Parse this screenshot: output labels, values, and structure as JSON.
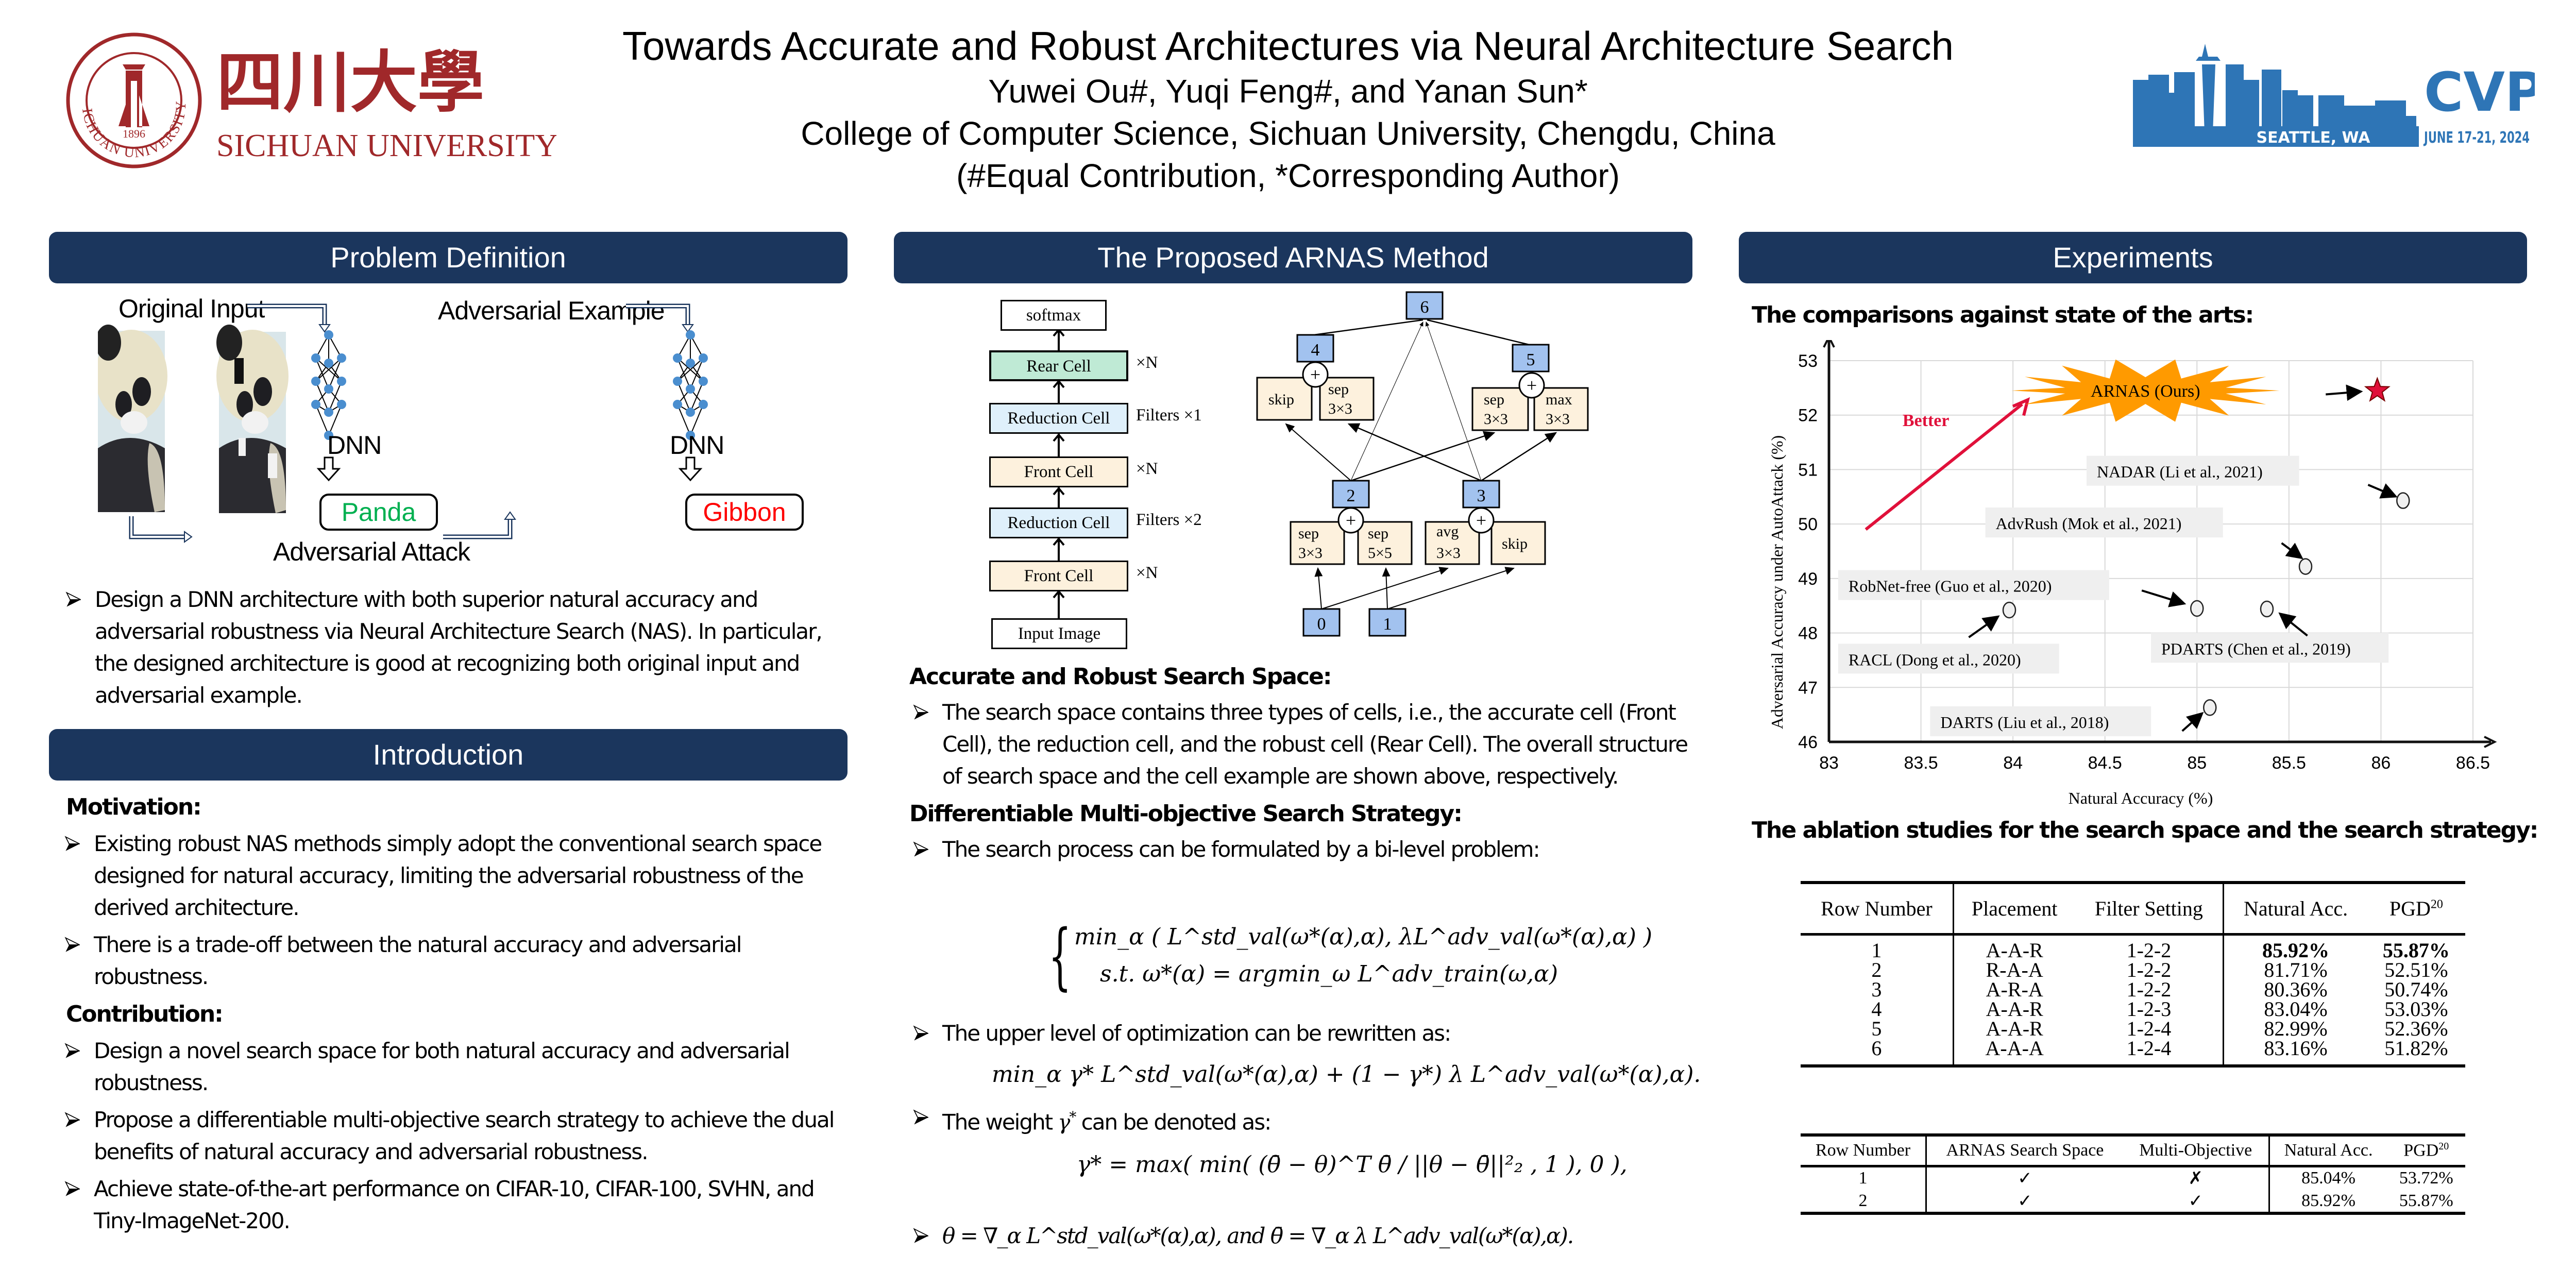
{
  "header": {
    "title": "Towards Accurate and Robust Architectures via Neural Architecture Search",
    "authors": "Yuwei Ou#, Yuqi Feng#, and Yanan Sun*",
    "affiliation": "College of Computer Science, Sichuan University, Chengdu, China",
    "note": "(#Equal Contribution, *Corresponding Author)",
    "left_logo": {
      "chinese_name": "四川大學",
      "english_name": "SICHUAN UNIVERSITY",
      "seal_year": "1896",
      "seal_ring_text": "SICHUAN UNIVERSITY",
      "color": "#a0282a"
    },
    "right_logo": {
      "name": "CVPR",
      "location": "SEATTLE, WA",
      "dates": "JUNE 17-21, 2024",
      "color": "#2e75b6"
    }
  },
  "colors": {
    "banner": "#1b365d",
    "accent_red": "#e0103a",
    "panda_label": "#00b050",
    "gibbon_label": "#ff0000",
    "node_blue": "#a2c2ef",
    "op_beige": "#fdf1dd",
    "rear_green": "#bfead5",
    "reduction_blue": "#dff0fb",
    "burst_orange": "#ff9a00"
  },
  "problem": {
    "banner": "Problem Definition",
    "figure": {
      "original_input": "Original Input",
      "adversarial_example": "Adversarial Example",
      "dnn_label": "DNN",
      "adversarial_attack": "Adversarial Attack",
      "pred_original": "Panda",
      "pred_adversarial": "Gibbon"
    },
    "bullets": [
      "Design a DNN architecture with both superior natural accuracy and adversarial robustness via Neural Architecture Search (NAS). In particular, the designed architecture is good at recognizing both original input and adversarial example."
    ]
  },
  "introduction": {
    "banner": "Introduction",
    "motivation_heading": "Motivation:",
    "motivation": [
      "Existing robust NAS methods simply adopt the conventional search space designed for natural accuracy, limiting the adversarial robustness of the derived architecture.",
      "There is a trade-off between the natural accuracy and adversarial robustness."
    ],
    "contribution_heading": "Contribution:",
    "contribution": [
      "Design a novel search space for both natural accuracy and adversarial robustness.",
      "Propose a differentiable multi-objective search strategy to achieve the dual benefits of natural accuracy and adversarial robustness.",
      "Achieve state-of-the-art performance on CIFAR-10, CIFAR-100, SVHN, and Tiny-ImageNet-200."
    ]
  },
  "method": {
    "banner": "The Proposed ARNAS Method",
    "architecture": {
      "blocks": [
        {
          "label": "softmax",
          "note": ""
        },
        {
          "label": "Rear Cell",
          "note": "×N"
        },
        {
          "label": "Reduction Cell",
          "note": "Filters ×1"
        },
        {
          "label": "Front Cell",
          "note": "×N"
        },
        {
          "label": "Reduction Cell",
          "note": "Filters ×2"
        },
        {
          "label": "Front Cell",
          "note": "×N"
        },
        {
          "label": "Input Image",
          "note": ""
        }
      ]
    },
    "cell": {
      "nodes": [
        "0",
        "1",
        "2",
        "3",
        "4",
        "5",
        "6"
      ],
      "ops": {
        "n2_left": [
          "sep",
          "3×3"
        ],
        "n2_right": [
          "sep",
          "5×5"
        ],
        "n3_left": [
          "avg",
          "3×3"
        ],
        "n3_right": [
          "skip"
        ],
        "n4_left": [
          "skip"
        ],
        "n4_right": [
          "sep",
          "3×3"
        ],
        "n5_left": [
          "sep",
          "3×3"
        ],
        "n5_right": [
          "max",
          "3×3"
        ]
      },
      "plus": "+"
    },
    "search_space_heading": "Accurate and Robust Search Space:",
    "search_space_bullets": [
      "The search space contains three types of cells, i.e., the accurate cell (Front Cell), the reduction cell, and the robust cell (Rear Cell). The overall structure of search space and the cell example are shown above, respectively."
    ],
    "strategy_heading": "Differentiable Multi-objective Search Strategy:",
    "strategy_bullet_1": "The search process can be formulated by a bi-level problem:",
    "strategy_bullet_2": "The upper level of optimization can be rewritten as:",
    "strategy_bullet_3_prefix": "The weight ",
    "strategy_bullet_3_suffix": " can be denoted as:",
    "formula_bilevel_1": "min_α ( L^std_val(ω*(α),α), λL^adv_val(ω*(α),α) )",
    "formula_bilevel_2": "s.t.  ω*(α) = argmin_ω L^adv_train(ω,α)",
    "formula_upper": "min_α γ* L^std_val(ω*(α),α) + (1 − γ*) λ L^adv_val(ω*(α),α).",
    "formula_gamma": "γ* = max( min( (θ̄ − θ)^T θ̄ / ||θ − θ̄||²₂ , 1 ), 0 ),",
    "formula_theta": "θ = ∇_α L^std_val(ω*(α),α), and θ̄ = ∇_α λ L^adv_val(ω*(α),α)."
  },
  "experiments": {
    "banner": "Experiments",
    "comparison_heading": "The comparisons against state of the arts:",
    "ablation_heading": "The ablation studies for the search space and the search strategy:",
    "table1": {
      "headers": [
        "Row Number",
        "Placement",
        "Filter Setting",
        "Natural Acc.",
        "PGD",
        "20"
      ],
      "rows": [
        [
          "1",
          "A-A-R",
          "1-2-2",
          "85.92%",
          "55.87%"
        ],
        [
          "2",
          "R-A-A",
          "1-2-2",
          "81.71%",
          "52.51%"
        ],
        [
          "3",
          "A-R-A",
          "1-2-2",
          "80.36%",
          "50.74%"
        ],
        [
          "4",
          "A-A-R",
          "1-2-3",
          "83.04%",
          "53.03%"
        ],
        [
          "5",
          "A-A-R",
          "1-2-4",
          "82.99%",
          "52.36%"
        ],
        [
          "6",
          "A-A-A",
          "1-2-4",
          "83.16%",
          "51.82%"
        ]
      ]
    },
    "table2": {
      "headers": [
        "Row Number",
        "ARNAS Search Space",
        "Multi-Objective",
        "Natural Acc.",
        "PGD",
        "20"
      ],
      "rows": [
        [
          "1",
          "✓",
          "✗",
          "85.04%",
          "53.72%"
        ],
        [
          "2",
          "✓",
          "✓",
          "85.92%",
          "55.87%"
        ]
      ]
    }
  },
  "chart_data": {
    "type": "scatter",
    "title": "",
    "xlabel": "Natural Accuracy (%)",
    "ylabel": "Adversarial Accuracy under AutoAttack (%)",
    "xlim": [
      83,
      86.5
    ],
    "ylim": [
      46,
      53
    ],
    "xticks": [
      "83",
      "83.5",
      "84",
      "84.5",
      "85",
      "85.5",
      "86",
      "86.5"
    ],
    "yticks": [
      "46",
      "47",
      "48",
      "49",
      "50",
      "51",
      "52",
      "53"
    ],
    "grid": true,
    "annotation_better": "Better",
    "points": [
      {
        "name": "ARNAS (Ours)",
        "x": 85.98,
        "y": 52.45,
        "marker": "star",
        "highlight": true
      },
      {
        "name": "NADAR (Li et al., 2021)",
        "x": 86.12,
        "y": 50.43,
        "marker": "circle"
      },
      {
        "name": "AdvRush (Mok et al., 2021)",
        "x": 85.59,
        "y": 49.22,
        "marker": "circle"
      },
      {
        "name": "RobNet-free (Guo et al., 2020)",
        "x": 85.0,
        "y": 48.45,
        "marker": "circle"
      },
      {
        "name": "PDARTS (Chen et al., 2019)",
        "x": 85.38,
        "y": 48.44,
        "marker": "circle"
      },
      {
        "name": "RACL (Dong et al., 2020)",
        "x": 83.98,
        "y": 48.42,
        "marker": "circle"
      },
      {
        "name": "DARTS (Liu et al., 2018)",
        "x": 85.07,
        "y": 46.63,
        "marker": "circle"
      }
    ]
  }
}
